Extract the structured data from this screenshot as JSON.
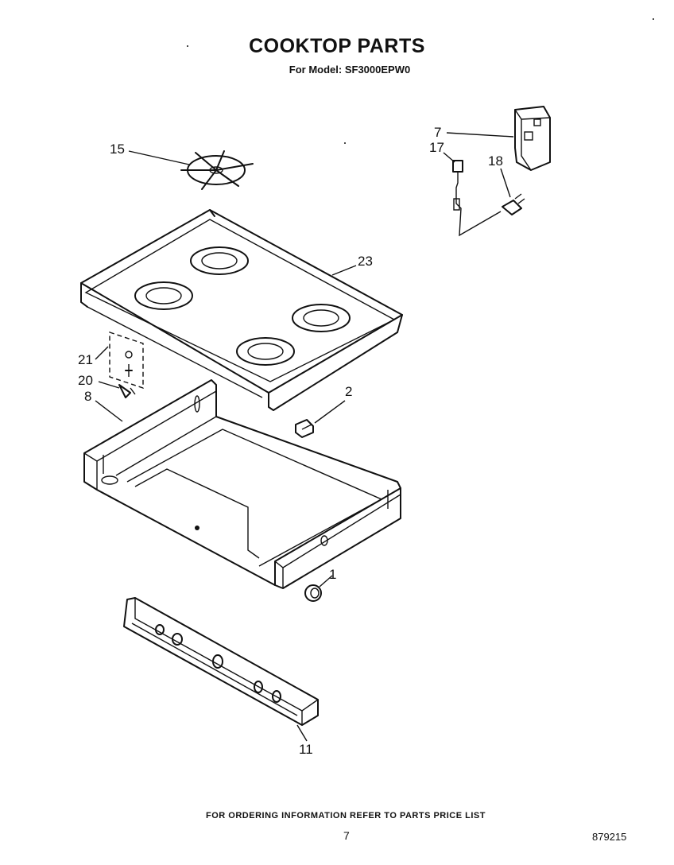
{
  "header": {
    "title": "COOKTOP PARTS",
    "subtitle": "For Model: SF3000EPW0"
  },
  "callouts": [
    {
      "id": "15",
      "label": "15"
    },
    {
      "id": "7",
      "label": "7"
    },
    {
      "id": "17",
      "label": "17"
    },
    {
      "id": "18",
      "label": "18"
    },
    {
      "id": "23",
      "label": "23"
    },
    {
      "id": "21",
      "label": "21"
    },
    {
      "id": "20",
      "label": "20"
    },
    {
      "id": "8",
      "label": "8"
    },
    {
      "id": "2",
      "label": "2"
    },
    {
      "id": "1",
      "label": "1"
    },
    {
      "id": "11",
      "label": "11"
    }
  ],
  "footer": {
    "note": "FOR ORDERING INFORMATION REFER TO PARTS PRICE LIST",
    "page_number": "7",
    "document_number": "879215"
  }
}
